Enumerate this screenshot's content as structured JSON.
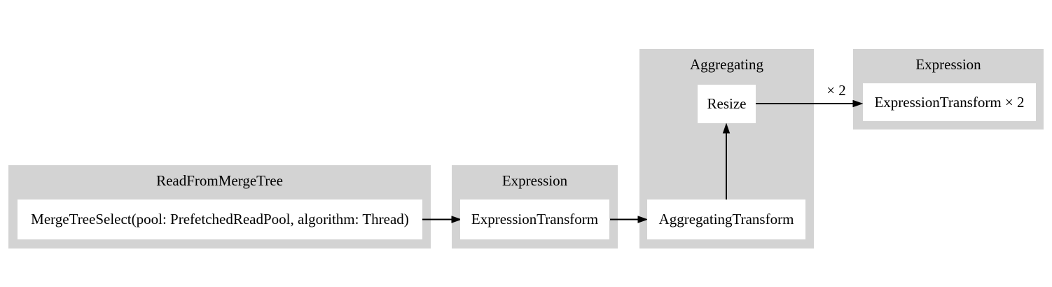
{
  "diagram": {
    "type": "query-pipeline-graph",
    "background_color": "#ffffff",
    "cluster_fill_color": "#d3d3d3",
    "node_fill_color": "#ffffff",
    "text_color": "#000000",
    "edge_color": "#000000",
    "clusters": [
      {
        "label": "ReadFromMergeTree",
        "nodes": [
          "MergeTreeSelect(pool: PrefetchedReadPool, algorithm: Thread)"
        ]
      },
      {
        "label": "Expression",
        "nodes": [
          "ExpressionTransform"
        ]
      },
      {
        "label": "Aggregating",
        "nodes": [
          "Resize",
          "AggregatingTransform"
        ]
      },
      {
        "label": "Expression",
        "nodes": [
          "ExpressionTransform × 2"
        ]
      }
    ],
    "edges": [
      {
        "from": "MergeTreeSelect(pool: PrefetchedReadPool, algorithm: Thread)",
        "to": "ExpressionTransform",
        "label": ""
      },
      {
        "from": "ExpressionTransform",
        "to": "AggregatingTransform",
        "label": ""
      },
      {
        "from": "AggregatingTransform",
        "to": "Resize",
        "label": ""
      },
      {
        "from": "Resize",
        "to": "ExpressionTransform × 2",
        "label": "× 2"
      }
    ]
  }
}
